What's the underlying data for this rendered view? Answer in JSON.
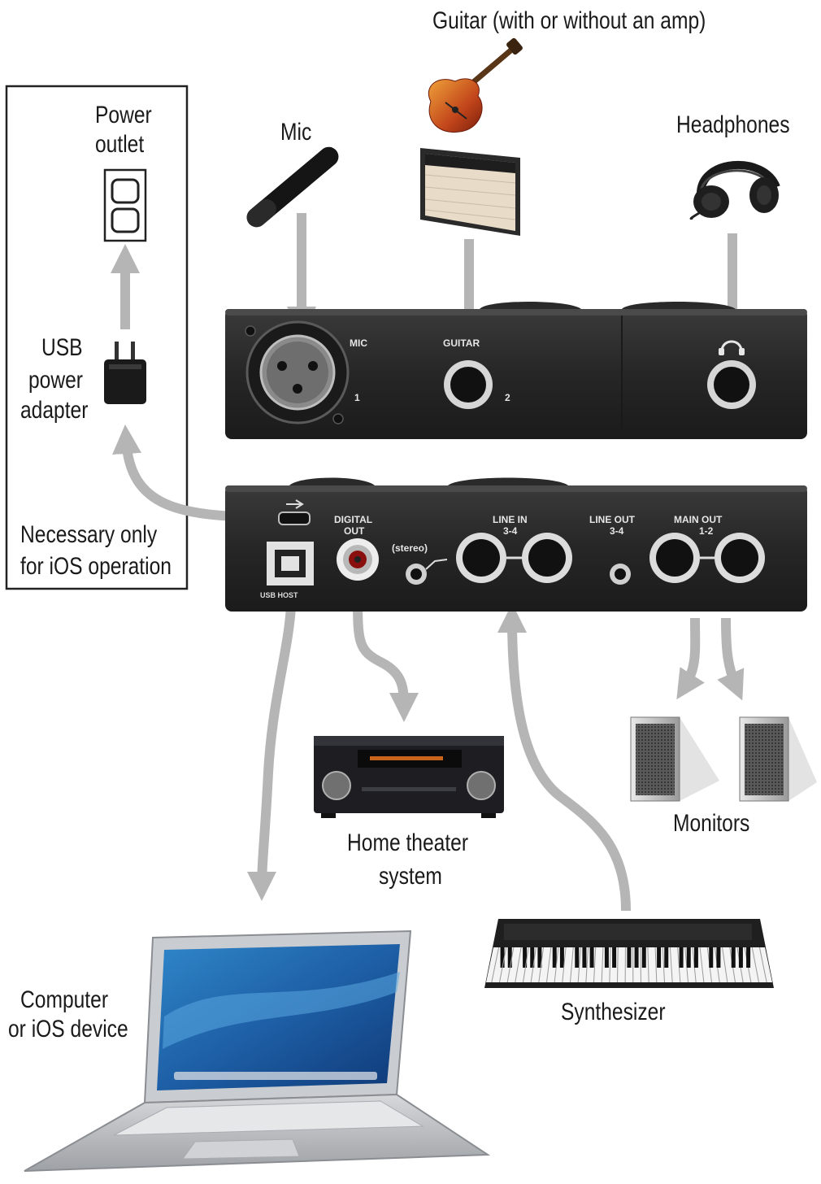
{
  "labels": {
    "guitar": "Guitar (with or without an amp)",
    "power_outlet_1": "Power",
    "power_outlet_2": "outlet",
    "mic": "Mic",
    "headphones": "Headphones",
    "usb_adapter_1": "USB",
    "usb_adapter_2": "power",
    "usb_adapter_3": "adapter",
    "necessary_1": "Necessary only",
    "necessary_2": "for iOS operation",
    "home_theater_1": "Home theater",
    "home_theater_2": "system",
    "monitors": "Monitors",
    "computer_1": "Computer",
    "computer_2": "or iOS device",
    "synthesizer": "Synthesizer"
  },
  "panel_labels": {
    "mic": "MIC",
    "guitar": "GUITAR",
    "ch1": "1",
    "ch2": "2",
    "digital_out_1": "DIGITAL",
    "digital_out_2": "OUT",
    "stereo": "(stereo)",
    "line_in_1": "LINE IN",
    "line_in_2": "3-4",
    "line_out_1": "LINE OUT",
    "line_out_2": "3-4",
    "main_out_1": "MAIN OUT",
    "main_out_2": "1-2",
    "usb_host": "USB HOST"
  },
  "colors": {
    "arrow": "#b5b5b5",
    "panel": "#2b2b2b",
    "text": "#1a1a1a"
  }
}
